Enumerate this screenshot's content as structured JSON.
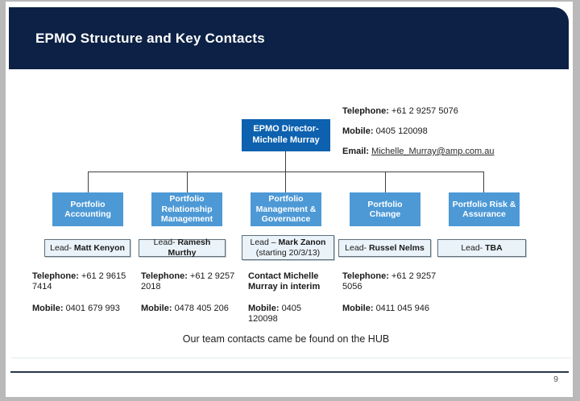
{
  "slide": {
    "title": "EPMO Structure and Key Contacts",
    "footer_note": "Our team contacts came be found on the HUB",
    "page_number": "9"
  },
  "director": {
    "box_label": "EPMO Director- Michelle Murray",
    "phone_label": "Telephone:",
    "phone": "+61 2 9257 5076",
    "mobile_label": "Mobile:",
    "mobile": "0405 120098",
    "email_label": "Email:",
    "email": "Michelle_Murray@amp.com.au"
  },
  "departments": [
    {
      "label": "Portfolio Accounting"
    },
    {
      "label": "Portfolio Relationship Management"
    },
    {
      "label": "Portfolio Management & Governance"
    },
    {
      "label": "Portfolio Change"
    },
    {
      "label": "Portfolio Risk & Assurance"
    }
  ],
  "leads": [
    {
      "prefix": "Lead-",
      "name": "Matt Kenyon",
      "note": ""
    },
    {
      "prefix": "Lead-",
      "name": "Ramesh Murthy",
      "note": ""
    },
    {
      "prefix": "Lead –",
      "name": "Mark Zanon",
      "note": "(starting 20/3/13)"
    },
    {
      "prefix": "Lead-",
      "name": "Russel Nelms",
      "note": ""
    },
    {
      "prefix": "Lead-",
      "name": "TBA",
      "note": ""
    }
  ],
  "contacts": [
    {
      "phone_label": "Telephone:",
      "phone": "+61 2 9615 7414",
      "mobile_label": "Mobile:",
      "mobile": "0401 679 993"
    },
    {
      "phone_label": "Telephone:",
      "phone": "+61 2 9257 2018",
      "mobile_label": "Mobile:",
      "mobile": "0478 405 206"
    },
    {
      "interim_note": "Contact Michelle Murray in interim",
      "mobile_label": "Mobile:",
      "mobile": "0405 120098"
    },
    {
      "phone_label": "Telephone:",
      "phone": "+61 2 9257 5056",
      "mobile_label": "Mobile:",
      "mobile": "0411 045 946"
    }
  ],
  "colors": {
    "header_navy": "#0c2145",
    "director_blue": "#0d61af",
    "department_blue": "#4d99d6",
    "lead_fill": "#eaf3f9",
    "footer_rule": "#27374a"
  }
}
